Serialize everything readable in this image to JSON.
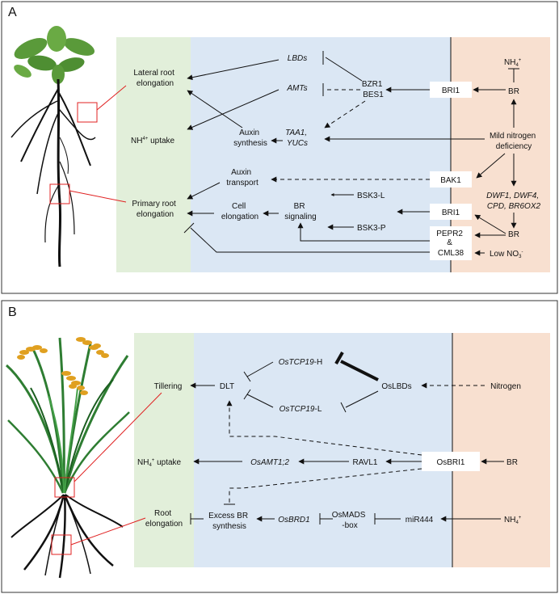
{
  "panelA": {
    "letter": "A",
    "nodes": {
      "lateral_root": [
        "Lateral root",
        "elongation"
      ],
      "nh4_uptake_main": "NH",
      "nh4_uptake_sup": "4",
      "nh4_uptake_sign": "+",
      "nh4_uptake_tail": " uptake",
      "primary_root": [
        "Primary root",
        "elongation"
      ],
      "lbds": "LBDs",
      "amts": "AMTs",
      "auxin_synthesis": [
        "Auxin",
        "synthesis"
      ],
      "taa1_yucs": [
        "TAA1,",
        "YUCs"
      ],
      "bzr1_bes1": [
        "BZR1",
        "BES1"
      ],
      "auxin_transport": [
        "Auxin",
        "transport"
      ],
      "cell_elongation": [
        "Cell",
        "elongation"
      ],
      "br_signaling": [
        "BR",
        "signaling"
      ],
      "bsk3_l": "BSK3-L",
      "bsk3_p": "BSK3-P",
      "bri1_top": "BRI1",
      "bak1": "BAK1",
      "bri1_mid": "BRI1",
      "pepr2_cml38": [
        "PEPR2",
        "&",
        "CML38"
      ],
      "nh4_top_main": "NH",
      "nh4_top_sub": "4",
      "nh4_top_sup": "+",
      "br_top": "BR",
      "mild_n": [
        "Mild nitrogen",
        "deficiency"
      ],
      "dwf_genes": [
        "DWF1, DWF4,",
        "CPD, BR6OX2"
      ],
      "br_bottom": "BR",
      "low_no3_main": "Low NO",
      "low_no3_sub": "3",
      "low_no3_sup": "-"
    }
  },
  "panelB": {
    "letter": "B",
    "nodes": {
      "tillering": "Tillering",
      "dlt": "DLT",
      "ostcp19_h_it": "OsTCP19",
      "ostcp19_h_tail": "-H",
      "ostcp19_l_it": "OsTCP19",
      "ostcp19_l_tail": "-L",
      "oslbds": "OsLBDs",
      "nitrogen": "Nitrogen",
      "nh4_uptake_main": "NH",
      "nh4_uptake_sub": "4",
      "nh4_uptake_sup": "+",
      "nh4_uptake_tail": " uptake",
      "osamt": "OsAMT1;2",
      "ravl1": "RAVL1",
      "osbri1": "OsBRI1",
      "br": "BR",
      "root_elongation": [
        "Root",
        "elongation"
      ],
      "excess_br": [
        "Excess BR",
        "synthesis"
      ],
      "osbrd1": "OsBRD1",
      "osmads": [
        "OsMADS",
        "-box"
      ],
      "mir444": "miR444",
      "nh4_right_main": "NH",
      "nh4_right_sub": "4",
      "nh4_right_sup": "+"
    }
  },
  "colors": {
    "green_zone": "#e2efda",
    "blue_zone": "#dbe7f4",
    "peach_zone": "#f8e0d0",
    "leaf_green": "#5a9a3a",
    "rice_green": "#2e7d32",
    "grain_gold": "#e0a020",
    "root_black": "#111111",
    "callout_red": "#e02020"
  },
  "icons": [
    "arabidopsis-plant-icon",
    "rice-plant-icon"
  ]
}
